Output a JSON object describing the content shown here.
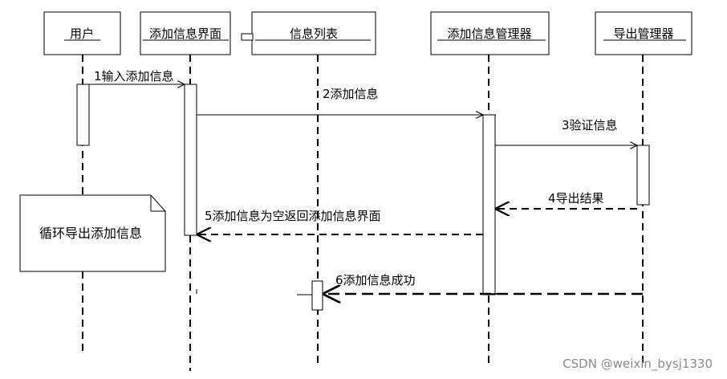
{
  "participants": [
    "用户",
    "添加信息界面",
    "信息列表",
    "添加信息管理器",
    "导出管理器"
  ],
  "messages": [
    {
      "label": "1输入添加信息",
      "from": "用户",
      "to": "添加信息界面",
      "style": "solid"
    },
    {
      "label": "2添加信息",
      "from": "添加信息界面",
      "to": "添加信息管理器",
      "style": "solid"
    },
    {
      "label": "3验证信息",
      "from": "添加信息管理器",
      "to": "导出管理器",
      "style": "solid"
    },
    {
      "label": "4导出结果",
      "from": "导出管理器",
      "to": "添加信息管理器",
      "style": "dashed"
    },
    {
      "label": "5添加信息为空返回添加信息界面",
      "from": "添加信息管理器",
      "to": "添加信息界面",
      "style": "dashed"
    },
    {
      "label": "6添加信息成功",
      "from": "导出管理器",
      "to": "信息列表",
      "style": "dashed"
    }
  ],
  "note": "循环导出添加信息",
  "watermark": "CSDN @weixin_bysj1330"
}
